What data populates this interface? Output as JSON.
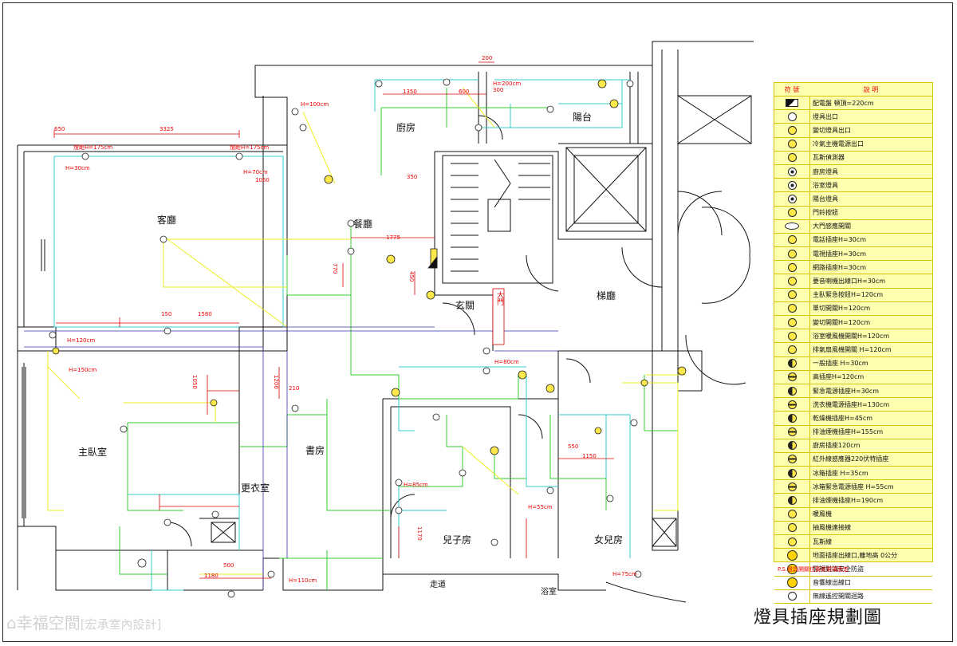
{
  "title": "燈具插座規劃圖",
  "watermark": "幸福空間",
  "watermark_sub": "[宏承室內設計]",
  "legend": {
    "header_symbol": "符 號",
    "header_desc": "說 明",
    "items": [
      {
        "icon": "distribution-box",
        "text": "配電盤 頓頂=220cm"
      },
      {
        "icon": "ceiling-light",
        "text": "燈具出口"
      },
      {
        "icon": "dimmer-light",
        "text": "變切燈具出口"
      },
      {
        "icon": "ac-outlet",
        "text": "冷氣主機電源出口"
      },
      {
        "icon": "gas",
        "text": "瓦斯偵測器"
      },
      {
        "icon": "kitchen-light",
        "text": "廚房燈具"
      },
      {
        "icon": "bath-light",
        "text": "浴室燈具"
      },
      {
        "icon": "balcony-light",
        "text": "陽台燈具"
      },
      {
        "icon": "doorbell",
        "text": "門鈴按鈕"
      },
      {
        "icon": "door-strip",
        "text": "大門感應開關"
      },
      {
        "icon": "phone",
        "text": "電話插座H=30cm"
      },
      {
        "icon": "tv",
        "text": "電視插座H=30cm"
      },
      {
        "icon": "network",
        "text": "網路插座H=30cm"
      },
      {
        "icon": "speaker",
        "text": "要音喇機出線口H=30cm"
      },
      {
        "icon": "intercom",
        "text": "主臥緊急按鈕H=120cm"
      },
      {
        "icon": "switch",
        "text": "單切開關H=120cm"
      },
      {
        "icon": "dual-switch",
        "text": "變切開關H=120cm"
      },
      {
        "icon": "bath-fan",
        "text": "浴室暖風機開關H=120cm"
      },
      {
        "icon": "fan-switch",
        "text": "排氣扇風機開關 H=120cm"
      },
      {
        "icon": "outlet",
        "text": "一般插座 H=30cm"
      },
      {
        "icon": "outlet-high",
        "text": "高插座H=120cm"
      },
      {
        "icon": "emergency-outlet",
        "text": "緊急電源插座H=30cm"
      },
      {
        "icon": "washer-outlet",
        "text": "洗衣機電源插座H=130cm"
      },
      {
        "icon": "dryer-outlet",
        "text": "乾燥機插座H=45cm"
      },
      {
        "icon": "hood-outlet",
        "text": "排油煙機插座H=155cm"
      },
      {
        "icon": "kitchen-outlet",
        "text": "廚房插座120cm"
      },
      {
        "icon": "special-outlet",
        "text": "紅外線感應器220伏特插座"
      },
      {
        "icon": "fridge-outlet",
        "text": "冰箱插座 H=35cm"
      },
      {
        "icon": "water-heater",
        "text": "冰箱緊急電源插座 H=55cm"
      },
      {
        "icon": "heater-outlet",
        "text": "排油煙機插座H=190cm"
      },
      {
        "icon": "exhaust",
        "text": "暖風機"
      },
      {
        "icon": "dehumid",
        "text": "抽風機連接線"
      },
      {
        "icon": "gas-valve",
        "text": "瓦斯線"
      },
      {
        "icon": "floor-outlet",
        "text": "地面插座出線口,離地高 0公分"
      },
      {
        "icon": "security",
        "text": "影視對講安全防盜"
      },
      {
        "icon": "audio",
        "text": "音響線出線口"
      },
      {
        "icon": "remote",
        "text": "無線遙控開關迴路"
      }
    ]
  },
  "ps_note": "P.S.燈具開關位置依現場而定",
  "rooms": {
    "living": "客廳",
    "dining": "餐廳",
    "kitchen": "廚房",
    "balcony": "陽台",
    "entry": "玄關",
    "stair": "梯廳",
    "master": "主臥室",
    "closet": "更衣室",
    "study": "書房",
    "son": "兒子房",
    "daughter": "女兒房",
    "corridor": "走道",
    "bath": "浴室",
    "door": "大門"
  },
  "dims": {
    "d650": "650",
    "d3325": "3325",
    "d200": "200",
    "d1350": "1350",
    "d600": "600",
    "d1060": "1060",
    "d1775": "1775",
    "d150": "150",
    "d1580": "1580",
    "d1050": "1050",
    "d1200": "1200",
    "d210": "210",
    "d1150": "1150",
    "d550": "550",
    "d1180": "1180",
    "d500": "500",
    "d1170": "1170",
    "d770": "770",
    "d450": "450",
    "d300": "300",
    "d350": "350"
  },
  "notes": {
    "h175a": "燈距H=175cm",
    "h175b": "燈距H=175cm",
    "h30": "H=30cm",
    "h70": "H=70cm",
    "h120a": "H=120cm",
    "h150": "H=150cm",
    "h80": "H=80cm",
    "h85": "H=85cm",
    "h55": "H=55cm",
    "h75": "H=75cm",
    "h200": "H=200cm",
    "h110": "H=110cm",
    "h100": "H=100cm"
  }
}
